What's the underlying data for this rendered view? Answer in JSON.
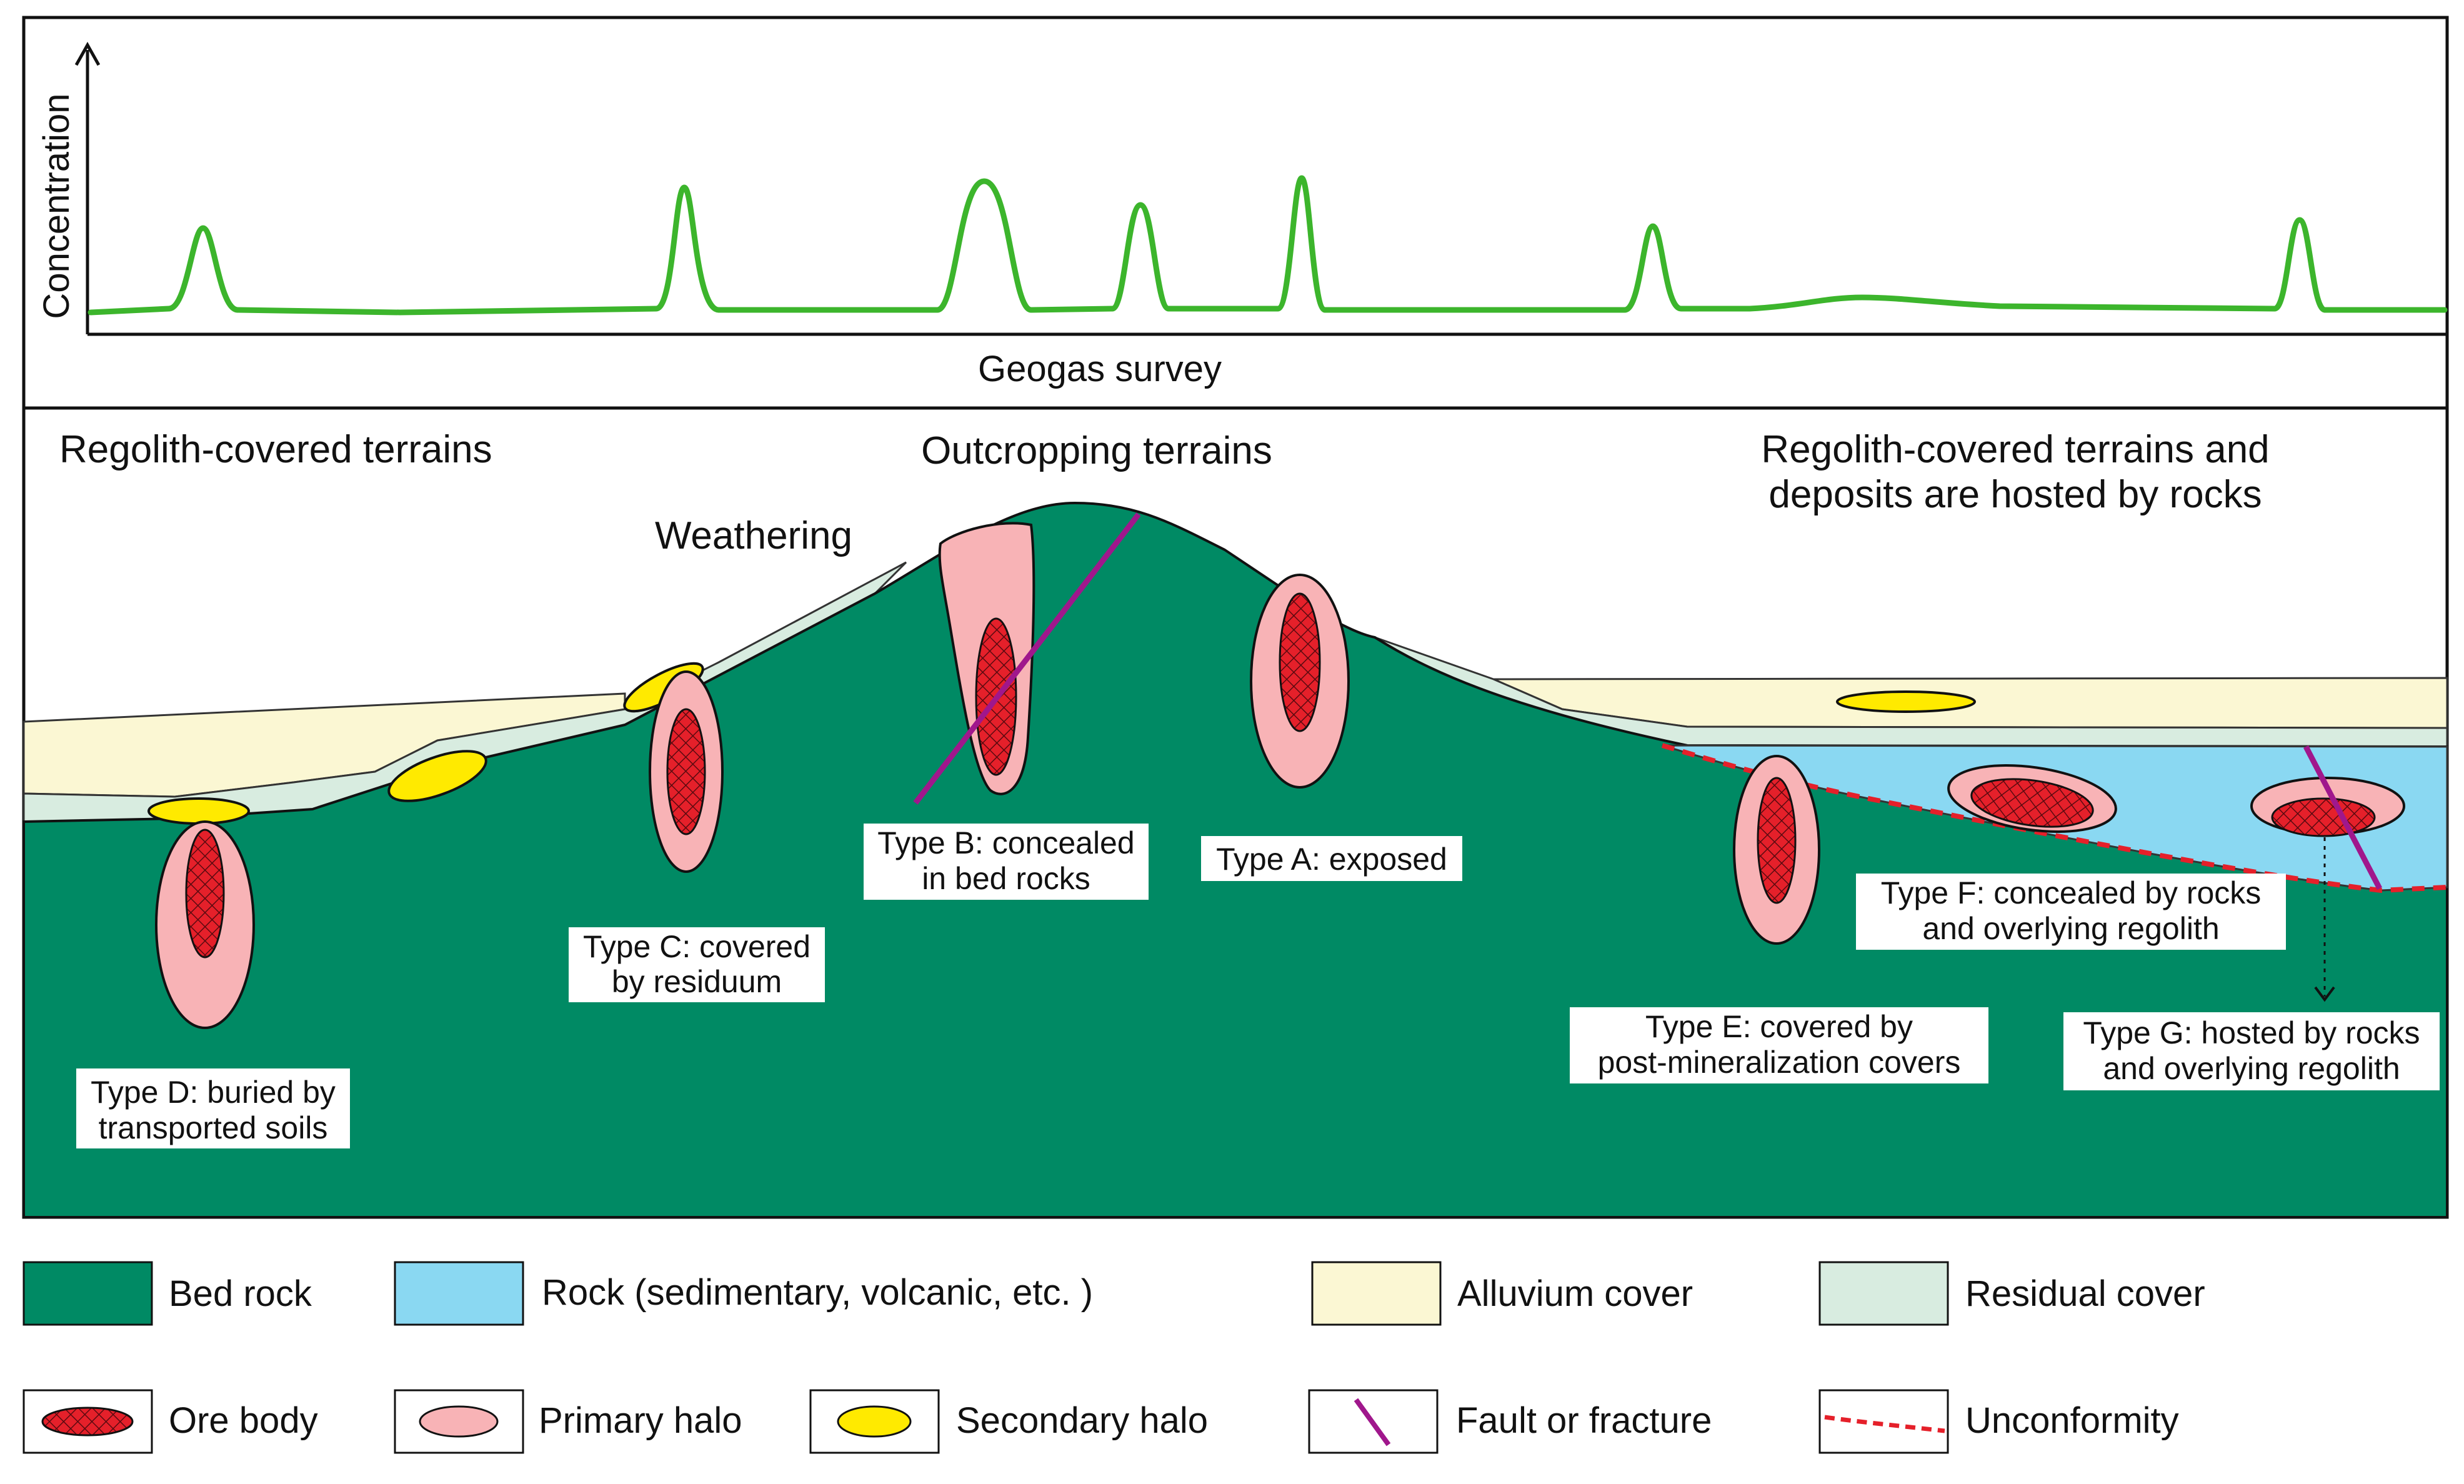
{
  "geogas": {
    "ylabel": "Concentration",
    "xlabel": "Geogas survey",
    "line_color": "#3cb52c"
  },
  "headings": {
    "left": "Regolith-covered terrains",
    "center": "Outcropping terrains",
    "right_line1": "Regolith-covered terrains and",
    "right_line2": "deposits are hosted by rocks",
    "weathering": "Weathering"
  },
  "types": {
    "A": "Type A: exposed",
    "B1": "Type B: concealed",
    "B2": "in bed rocks",
    "C1": "Type C: covered",
    "C2": "by residuum",
    "D1": "Type D: buried by",
    "D2": "transported soils",
    "E1": "Type E: covered by",
    "E2": "post-mineralization covers",
    "F1": "Type F: concealed by rocks",
    "F2": "and overlying regolith",
    "G1": "Type G: hosted by rocks",
    "G2": "and overlying regolith"
  },
  "legend": {
    "bed_rock": "Bed rock",
    "rock": "Rock (sedimentary, volcanic, etc. )",
    "alluvium": "Alluvium cover",
    "residual": "Residual cover",
    "ore_body": "Ore body",
    "primary_halo": "Primary halo",
    "secondary_halo": "Secondary halo",
    "fault": "Fault or fracture",
    "unconformity": "Unconformity"
  },
  "colors": {
    "bed_rock": "#008a64",
    "rock": "#8ad8f2",
    "alluvium": "#fbf7d3",
    "residual": "#d8ece0",
    "ore_body": "#e5202a",
    "primary_halo": "#f8b3b6",
    "secondary_halo": "#ffea00",
    "fault": "#a0178c",
    "unconformity": "#e5202a"
  }
}
